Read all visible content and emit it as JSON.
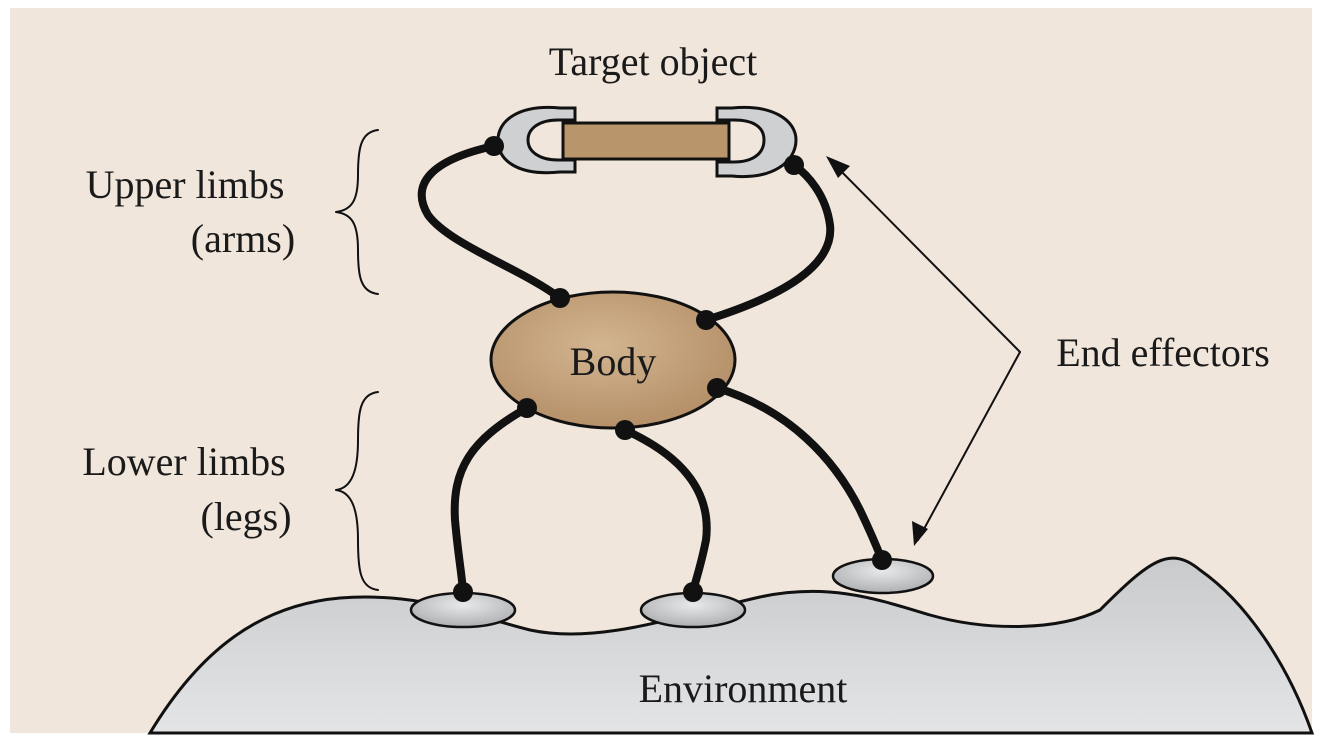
{
  "labels": {
    "target_object": "Target object",
    "upper_limbs": "Upper limbs",
    "upper_limbs_sub": "(arms)",
    "lower_limbs": "Lower limbs",
    "lower_limbs_sub": "(legs)",
    "body": "Body",
    "end_effectors": "End effectors",
    "environment": "Environment"
  },
  "colors": {
    "background": "#f0e6dc",
    "body_fill": "#c4a27d",
    "object_bar": "#b9956c",
    "gripper": "#cfd0d2",
    "ground": "#d3d4d6",
    "foot": "#cfd0d2",
    "line": "#111111"
  }
}
